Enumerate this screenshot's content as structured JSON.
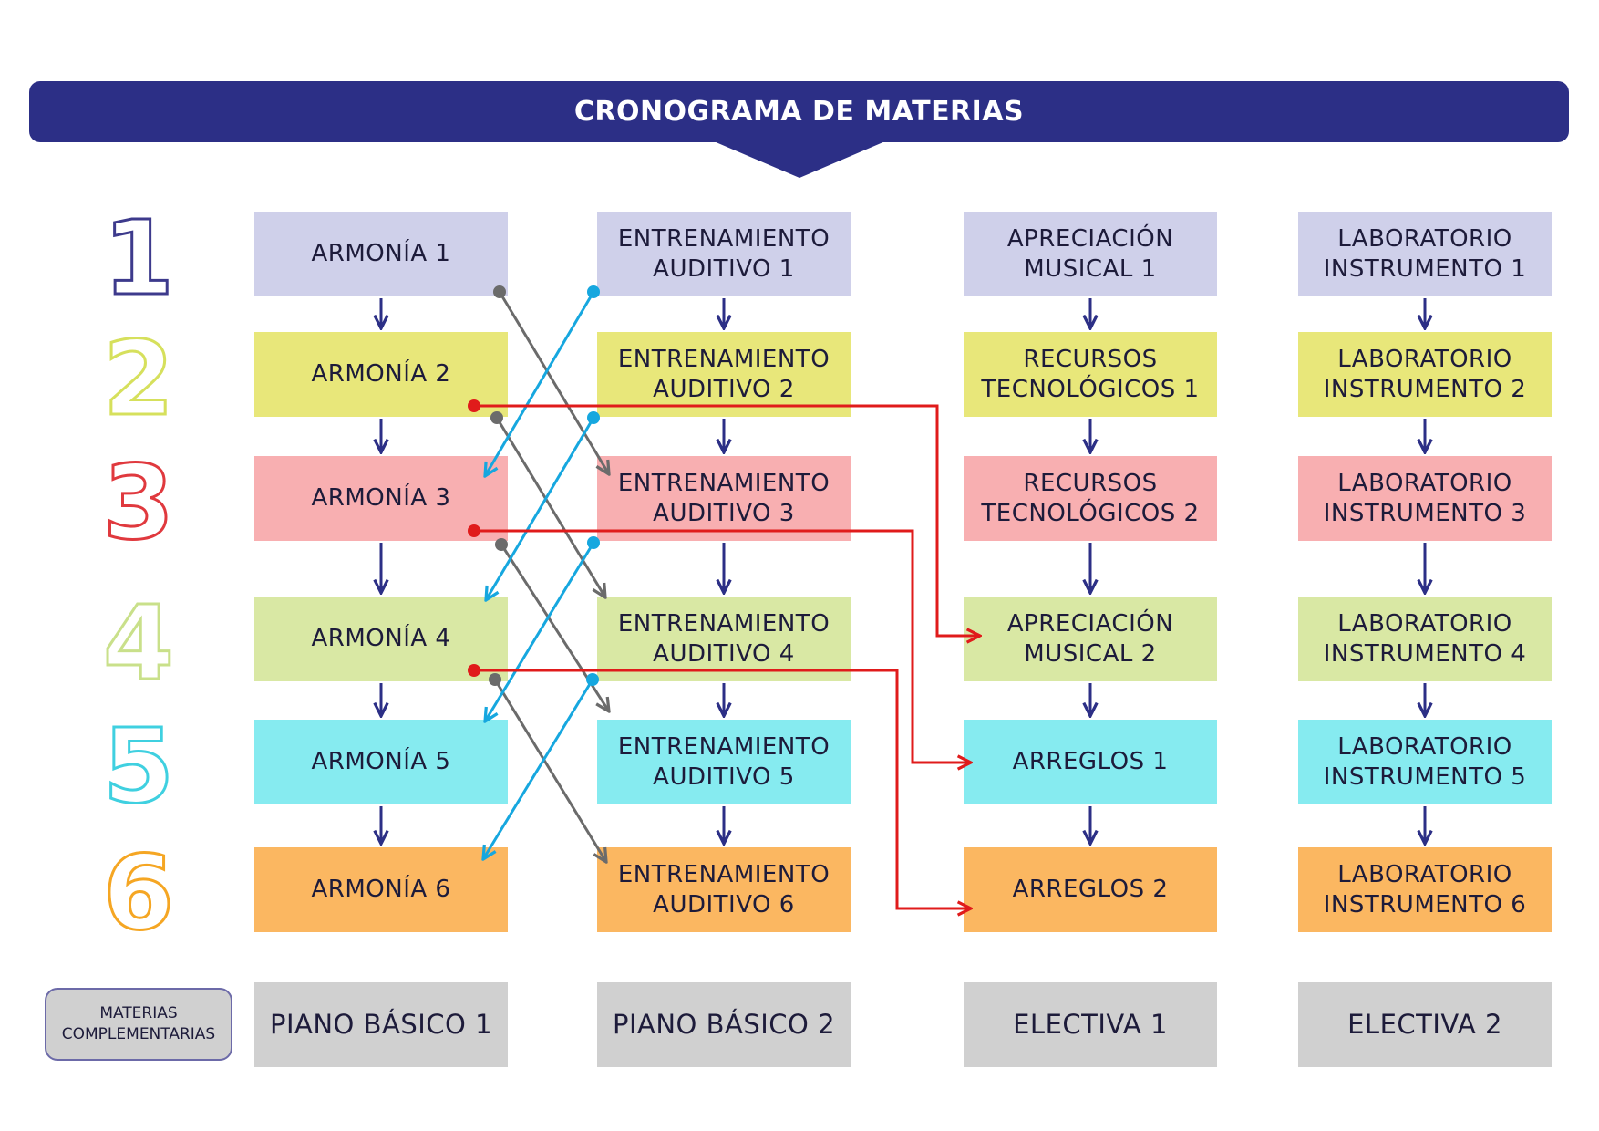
{
  "header": {
    "title": "CRONOGRAMA DE MATERIAS"
  },
  "semesters": [
    "1",
    "2",
    "3",
    "4",
    "5",
    "6"
  ],
  "semester_colors": [
    "#3d3a8c",
    "#d6e05c",
    "#e0393e",
    "#c9e08a",
    "#3fd0e0",
    "#f5a623"
  ],
  "columns": [
    {
      "name": "armonia",
      "items": [
        "ARMONÍA 1",
        "ARMONÍA 2",
        "ARMONÍA 3",
        "ARMONÍA 4",
        "ARMONÍA 5",
        "ARMONÍA 6"
      ]
    },
    {
      "name": "entrenamiento",
      "items": [
        "ENTRENAMIENTO\nAUDITIVO 1",
        "ENTRENAMIENTO\nAUDITIVO 2",
        "ENTRENAMIENTO\nAUDITIVO 3",
        "ENTRENAMIENTO\nAUDITIVO 4",
        "ENTRENAMIENTO\nAUDITIVO 5",
        "ENTRENAMIENTO\nAUDITIVO 6"
      ]
    },
    {
      "name": "apreciacion",
      "items": [
        "APRECIACIÓN\nMUSICAL 1",
        "RECURSOS\nTECNOLÓGICOS 1",
        "RECURSOS\nTECNOLÓGICOS 2",
        "APRECIACIÓN\nMUSICAL 2",
        "ARREGLOS 1",
        "ARREGLOS 2"
      ]
    },
    {
      "name": "laboratorio",
      "items": [
        "LABORATORIO\nINSTRUMENTO 1",
        "LABORATORIO\nINSTRUMENTO 2",
        "LABORATORIO\nINSTRUMENTO 3",
        "LABORATORIO\nINSTRUMENTO 4",
        "LABORATORIO\nINSTRUMENTO 5",
        "LABORATORIO\nINSTRUMENTO 6"
      ]
    }
  ],
  "row_colors": [
    "#cfd0ea",
    "#e8e77a",
    "#f8afb1",
    "#d9e8a4",
    "#86ebf0",
    "#fbb761"
  ],
  "complementary": {
    "label": "MATERIAS\nCOMPLEMENTARIAS",
    "items": [
      "PIANO BÁSICO 1",
      "PIANO BÁSICO 2",
      "ELECTIVA 1",
      "ELECTIVA 2"
    ]
  },
  "connector_colors": {
    "vertical": "#2c2f86",
    "cross_down": "#6b6b6b",
    "cross_up": "#16a7df",
    "prerequisite": "#e01b1b"
  }
}
